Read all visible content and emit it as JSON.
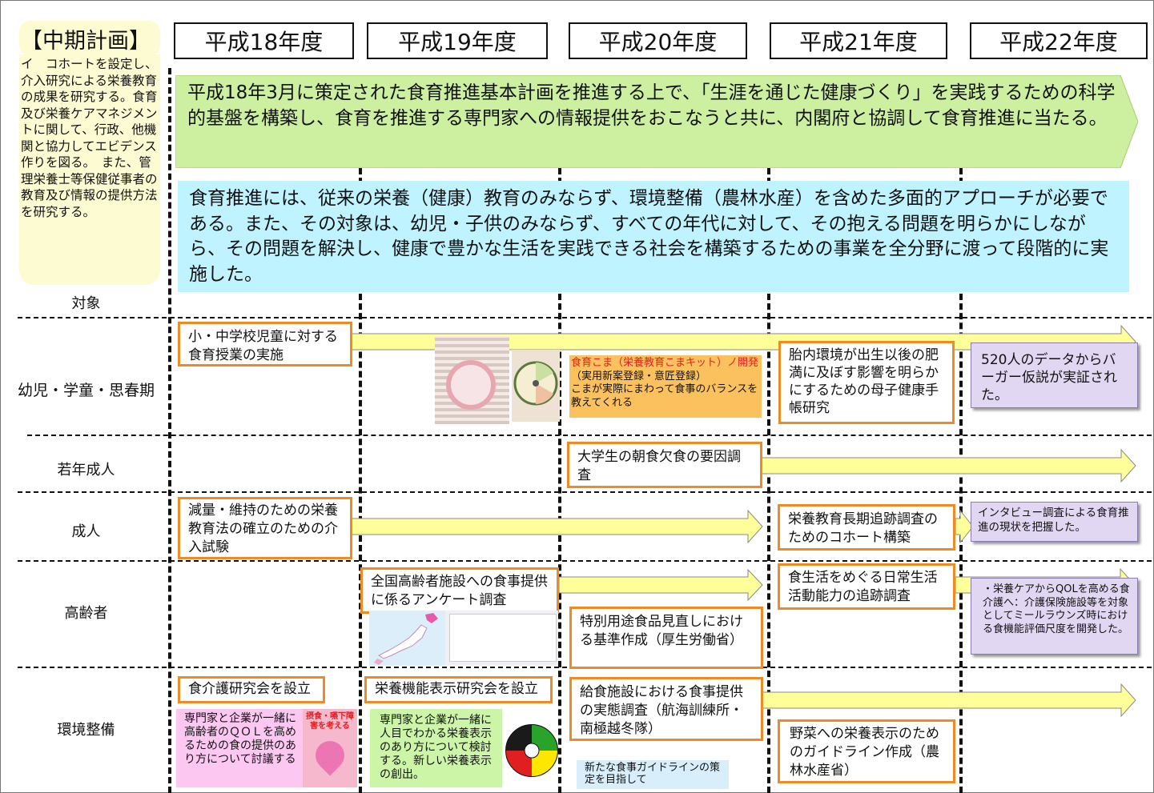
{
  "years": [
    "平成18年度",
    "平成19年度",
    "平成20年度",
    "平成21年度",
    "平成22年度"
  ],
  "plan": {
    "title": "【中期計画】",
    "body": "イ　コホートを設定し、介入研究による栄養教育の成果を研究する。食育及び栄養ケアマネジメントに関して、行政、他機関と協力してエビデンス作りを図る。　また、管理栄養士等保健従事者の教育及び情報の提供方法を研究する。"
  },
  "green_banner": "平成18年3月に策定された食育推進基本計画を推進する上で、「生涯を通じた健康づくり」を実践するための科学的基盤を構築し、食育を推進する専門家への情報提供をおこなうと共に、内閣府と協調して食育推進に当たる。",
  "cyan_banner": "食育推進には、従来の栄養（健康）教育のみならず、環境整備（農林水産）を含めた多面的アプローチが必要である。また、その対象は、幼児・子供のみならず、すべての年代に対して、その抱える問題を明らかにしながら、その問題を解決し、健康で豊かな生活を実践できる社会を構築するための事業を全分野に渡って段階的に実施した。",
  "categories": {
    "header": "対象",
    "child": "幼児・学童・思春期",
    "young": "若年成人",
    "adult": "成人",
    "elderly": "高齢者",
    "env": "環境整備"
  },
  "boxes": {
    "child_1": "小・中学校児童に対する食育授業の実施",
    "child_koma_title": "食育こま（栄養教育こまキット）ノ開発",
    "child_koma_sub": "（実用新案登録・意匠登録）",
    "child_koma_desc": "こまが実際にまわって食事のバランスを教えてくれる",
    "child_2": "胎内環境が出生以後の肥満に及ぼす影響を明らかにするための母子健康手帳研究",
    "child_3": "520人のデータからバーガー仮説が実証された。",
    "young_1": "大学生の朝食欠食の要因調査",
    "adult_1": "減量・維持のための栄養教育法の確立のための介入試験",
    "adult_2": "栄養教育長期追跡調査のためのコホート構築",
    "adult_3": "インタビュー調査による食育推進の現状を把握した。",
    "eld_1": "全国高齢者施設への食事提供に係るアンケート調査",
    "eld_2": "特別用途食品見直しにおける基準作成（厚生労働省）",
    "eld_3": "食生活をめぐる日常生活活動能力の追跡調査",
    "eld_4": "・栄養ケアからQOLを高める食介護へ：介護保険施設等を対象としてミールラウンズ時における食機能評価尺度を開発した。",
    "env_1": "食介護研究会を設立",
    "env_1_desc": "専門家と企業が一緒に高齢者のＱＯＬを高めるための食の提供のあり方について討議する",
    "env_book_title": "摂食・嚥下障害を考える",
    "env_2": "栄養機能表示研究会を設立",
    "env_2_desc": "専門家と企業が一緒に人目でわかる栄養表示のあり方について検討する。新しい栄養表示の創出。",
    "env_3": "給食施設における食事提供の実態調査（航海訓練所・南極越冬隊）",
    "env_3_note": "新たな食事ガイドラインの策定を目指して",
    "env_4": "野菜への栄養表示のためのガイドライン作成（農林水産省）"
  },
  "colors": {
    "orange_border": "#f08a24",
    "green_banner": "#cdf0a0",
    "cyan_banner": "#bff3ff",
    "arrow_fill": "#ffff9a",
    "purple_box": "#e2d7f2",
    "plan_bg": "#fdfbd2",
    "koma_bg": "#fbc15e",
    "koma_red": "#e02020"
  }
}
